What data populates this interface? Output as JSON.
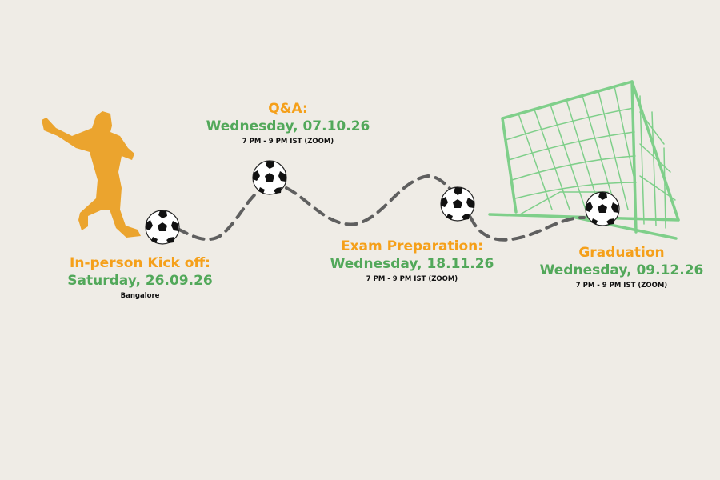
{
  "colors": {
    "background": "#efece6",
    "title": "#f5a01a",
    "date": "#52a85a",
    "player": "#eba42e",
    "net": "#7fcf8a",
    "path": "#5f5f5f"
  },
  "events": [
    {
      "title": "In-person Kick off:",
      "date": "Saturday, 26.09.26",
      "detail": "Bangalore"
    },
    {
      "title": "Q&A:",
      "date": "Wednesday, 07.10.26",
      "detail": "7 PM - 9 PM IST (ZOOM)"
    },
    {
      "title": "Exam Preparation:",
      "date": "Wednesday, 18.11.26",
      "detail": "7 PM - 9 PM IST (ZOOM)"
    },
    {
      "title": "Graduation",
      "date": "Wednesday, 09.12.26",
      "detail": "7 PM - 9 PM IST (ZOOM)"
    }
  ]
}
